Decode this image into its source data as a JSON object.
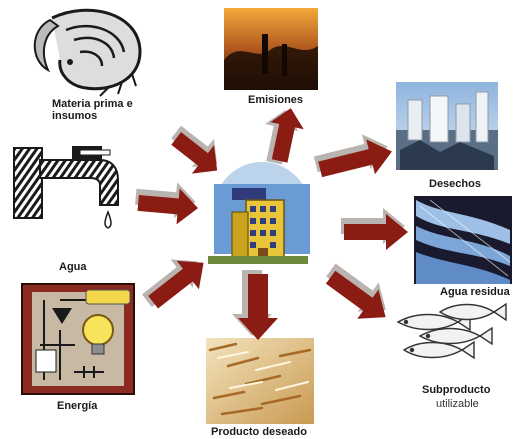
{
  "diagram": {
    "center": {
      "name": "building"
    },
    "nodes": [
      {
        "id": "materia",
        "label": "Materia prima e\ninsumos",
        "direction": "input"
      },
      {
        "id": "agua",
        "label": "Agua",
        "direction": "input"
      },
      {
        "id": "energia",
        "label": "Energía",
        "direction": "input"
      },
      {
        "id": "emisiones",
        "label": "Emisiones",
        "direction": "output"
      },
      {
        "id": "desechos",
        "label": "Desechos",
        "direction": "output"
      },
      {
        "id": "agua_residual",
        "label": "Agua residua",
        "direction": "output"
      },
      {
        "id": "subproducto",
        "label": "Subproducto",
        "sublabel": "utilizable",
        "direction": "output"
      },
      {
        "id": "producto",
        "label": "Producto deseado",
        "direction": "output"
      }
    ]
  },
  "colors": {
    "arrow": "#8b1c14",
    "arrow_shadow": "#b9b4b0",
    "building": "#e8c43a",
    "sky": "#7fa9d6"
  }
}
